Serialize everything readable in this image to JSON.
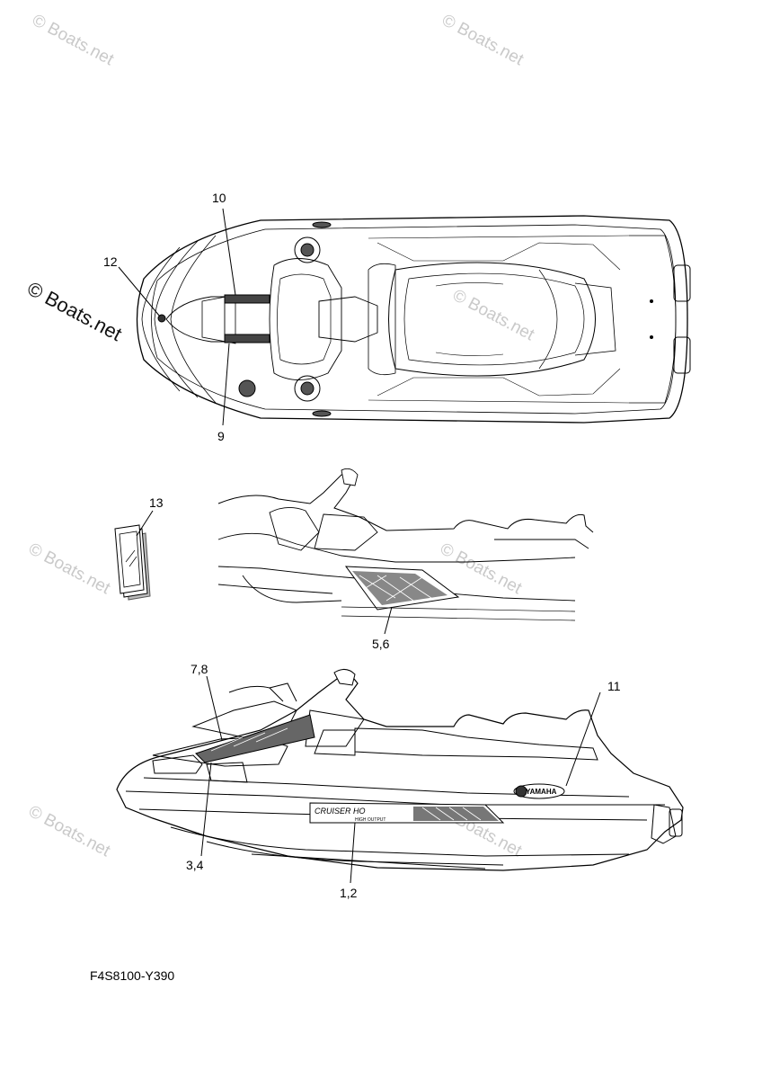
{
  "watermark": "© Boats.net",
  "callouts": {
    "c10": "10",
    "c12": "12",
    "c9": "9",
    "c13": "13",
    "c56": "5,6",
    "c78": "7,8",
    "c11": "11",
    "c34": "3,4",
    "c12b": "1,2"
  },
  "decal_text": {
    "cruiser": "CRUISER HO",
    "high_output": "HIGH OUTPUT",
    "yamaha": "YAMAHA"
  },
  "diagram_code": "F4S8100-Y390"
}
